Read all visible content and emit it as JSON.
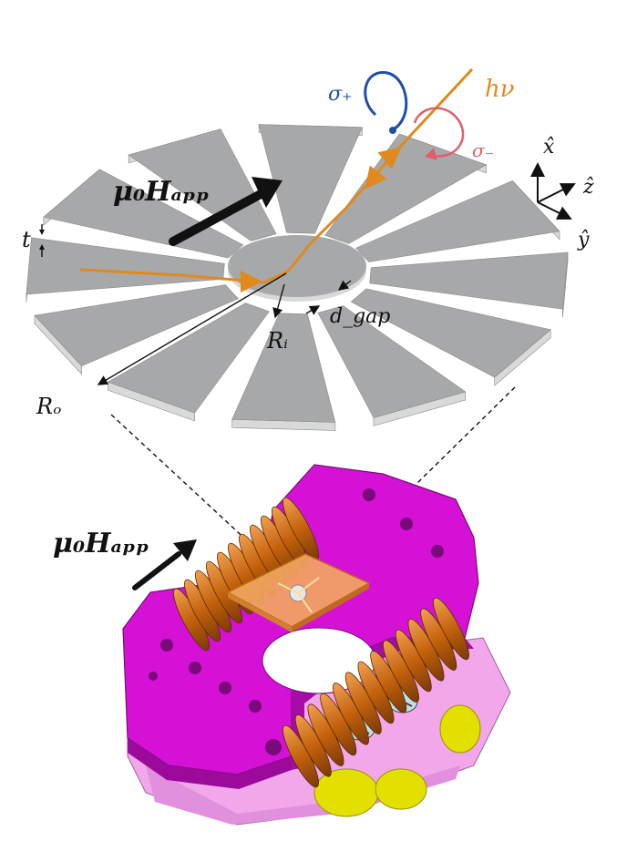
{
  "labels": {
    "h_app_top": "μ₀𝑯ₐₚₚ",
    "h_app_bottom": "μ₀𝑯ₐₚₚ",
    "thickness": "t",
    "inner_radius": "Rᵢ",
    "outer_radius": "Rₒ",
    "gap": "d_gap",
    "photon": "hν",
    "sigma_plus": "σ₊",
    "sigma_minus": "σ₋",
    "axis_x": "x̂",
    "axis_y": "ŷ",
    "axis_z": "ẑ"
  },
  "colors": {
    "petal_top": "#a7a8a9",
    "petal_side": "#d8d9d9",
    "laser": "#e08a1e",
    "sigma_plus": "#1f4fa8",
    "sigma_minus": "#e0606a",
    "frame_magenta": "#d511d5",
    "frame_pink": "#f2a7ea",
    "coil": "#c96a10",
    "sample_plate": "#f4a860",
    "feet": "#e3e000"
  }
}
